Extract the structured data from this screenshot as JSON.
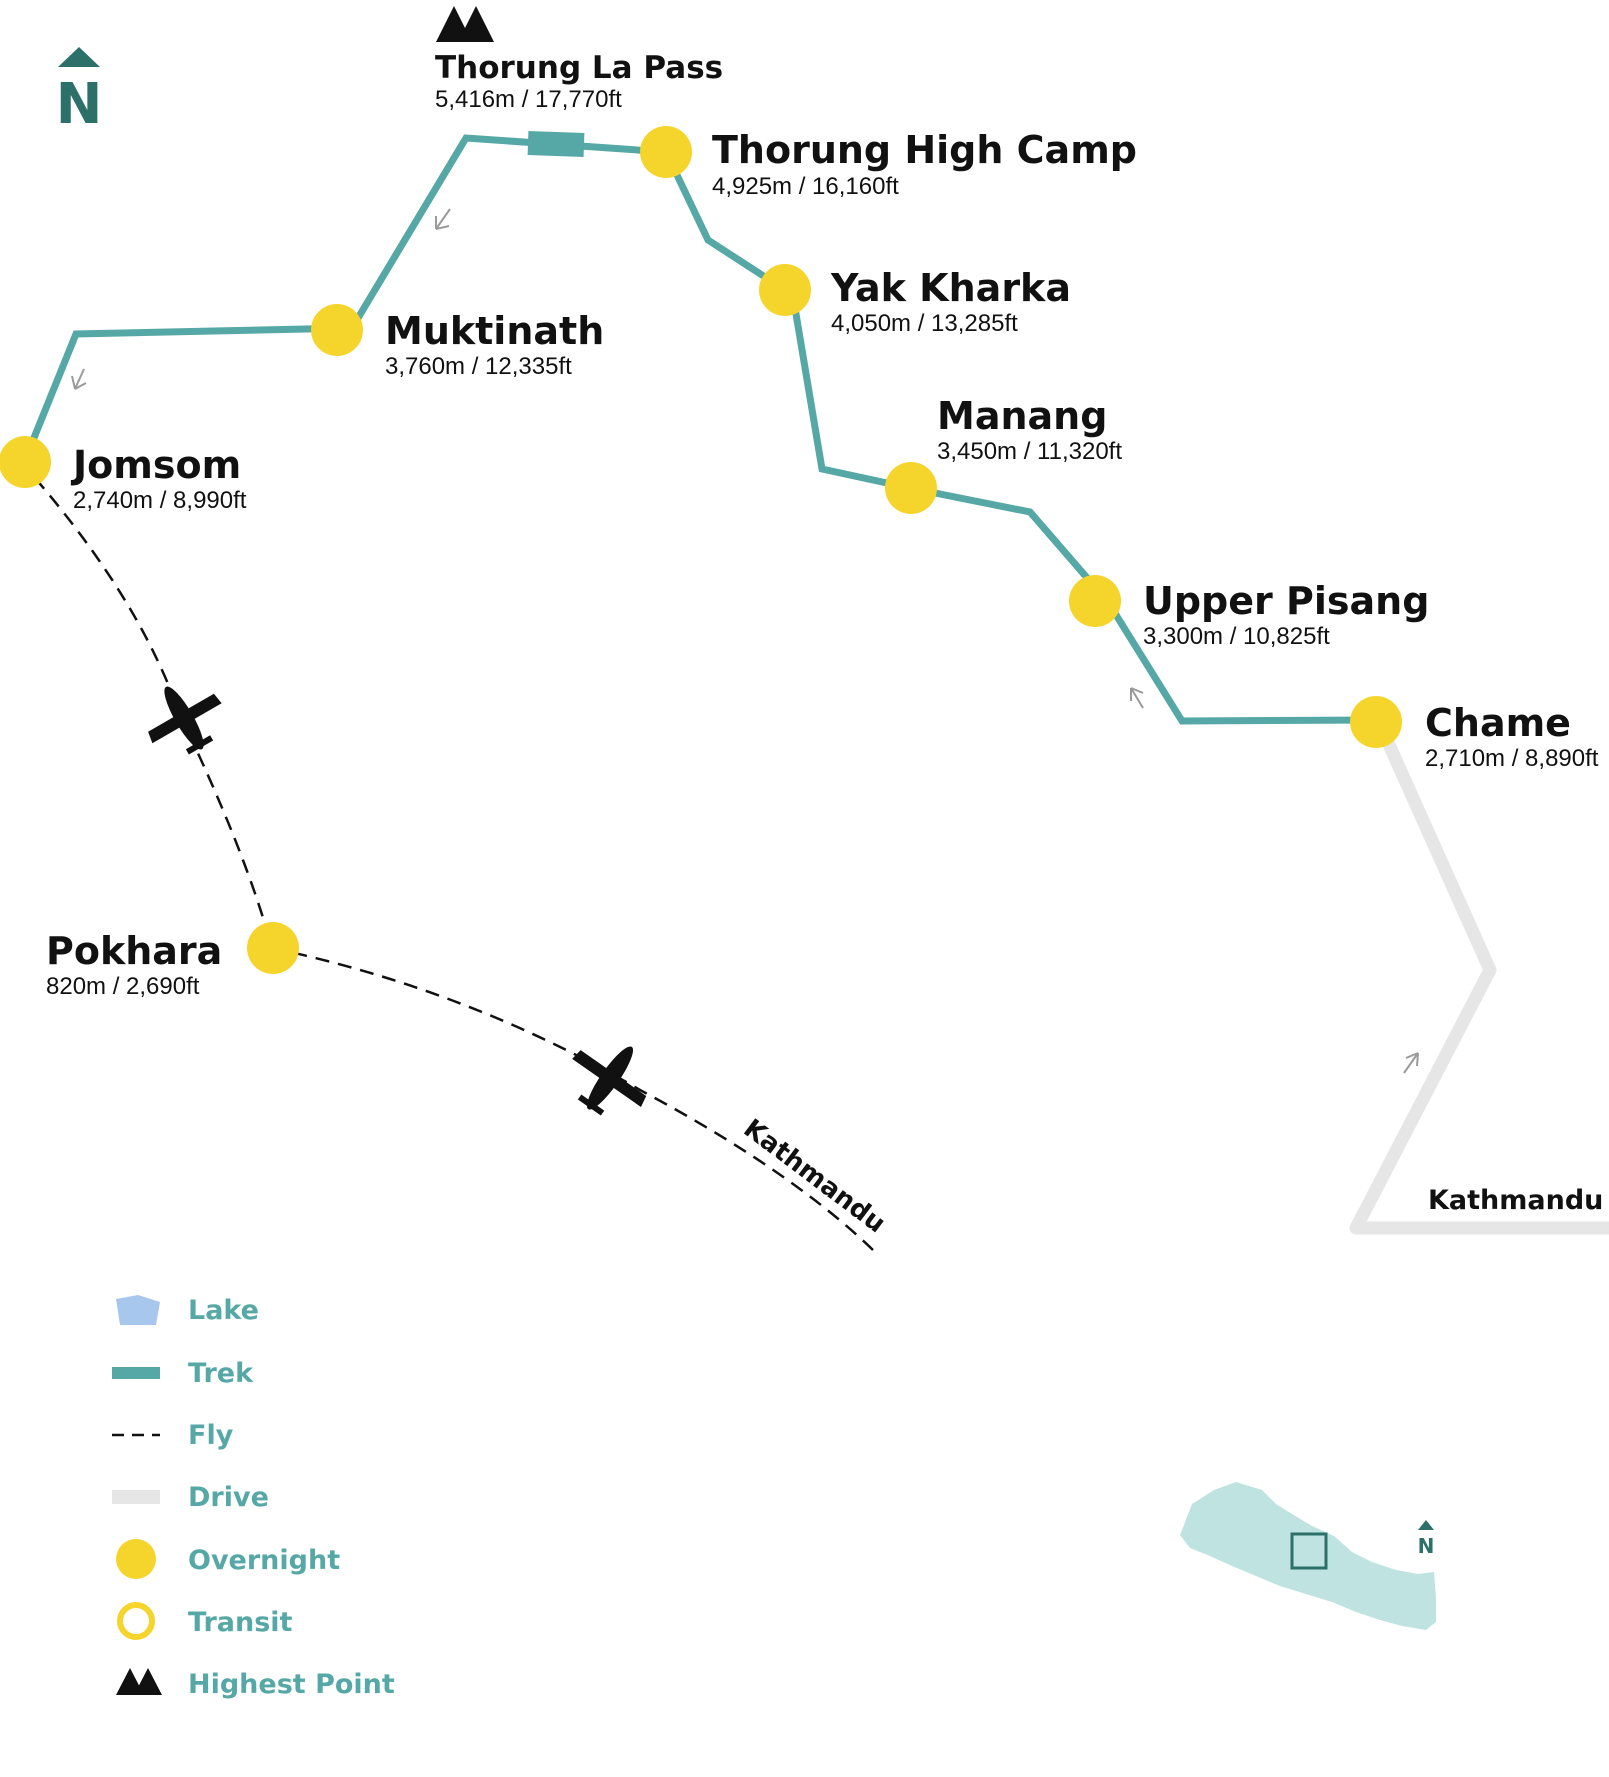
{
  "colors": {
    "trek": "#55a8a5",
    "drive": "#e6e6e6",
    "overnight": "#f5d52c",
    "lake": "#a7c8ec",
    "legend_text": "#55a8a5",
    "north_arrow": "#2d7069",
    "inset_country": "#bfe3e0",
    "inset_box": "#2d7069",
    "text": "#111111"
  },
  "compass": {
    "label": "N"
  },
  "highest_point": {
    "icon": "mountain-icon",
    "name": "Thorung La Pass",
    "altitude": "5,416m / 17,770ft"
  },
  "stops": [
    {
      "id": "thorung-high-camp",
      "name": "Thorung High Camp",
      "altitude": "4,925m / 16,160ft",
      "type": "overnight"
    },
    {
      "id": "yak-kharka",
      "name": "Yak Kharka",
      "altitude": "4,050m / 13,285ft",
      "type": "overnight"
    },
    {
      "id": "muktinath",
      "name": "Muktinath",
      "altitude": "3,760m / 12,335ft",
      "type": "overnight"
    },
    {
      "id": "manang",
      "name": "Manang",
      "altitude": "3,450m / 11,320ft",
      "type": "overnight"
    },
    {
      "id": "jomsom",
      "name": "Jomsom",
      "altitude": "2,740m / 8,990ft",
      "type": "overnight"
    },
    {
      "id": "upper-pisang",
      "name": "Upper Pisang",
      "altitude": "3,300m / 10,825ft",
      "type": "overnight"
    },
    {
      "id": "chame",
      "name": "Chame",
      "altitude": "2,710m / 8,890ft",
      "type": "overnight"
    },
    {
      "id": "pokhara",
      "name": "Pokhara",
      "altitude": "820m / 2,690ft",
      "type": "overnight"
    }
  ],
  "destinations": {
    "fly_end": "Kathmandu",
    "drive_start": "Kathmandu"
  },
  "legend": [
    {
      "label": "Lake",
      "icon": "lake-icon"
    },
    {
      "label": "Trek",
      "icon": "trek-line-icon"
    },
    {
      "label": "Fly",
      "icon": "fly-line-icon"
    },
    {
      "label": "Drive",
      "icon": "drive-line-icon"
    },
    {
      "label": "Overnight",
      "icon": "overnight-dot-icon"
    },
    {
      "label": "Transit",
      "icon": "transit-ring-icon"
    },
    {
      "label": "Highest Point",
      "icon": "mountain-icon"
    }
  ],
  "inset": {
    "north_label": "N",
    "icon": "nepal-country-icon"
  }
}
